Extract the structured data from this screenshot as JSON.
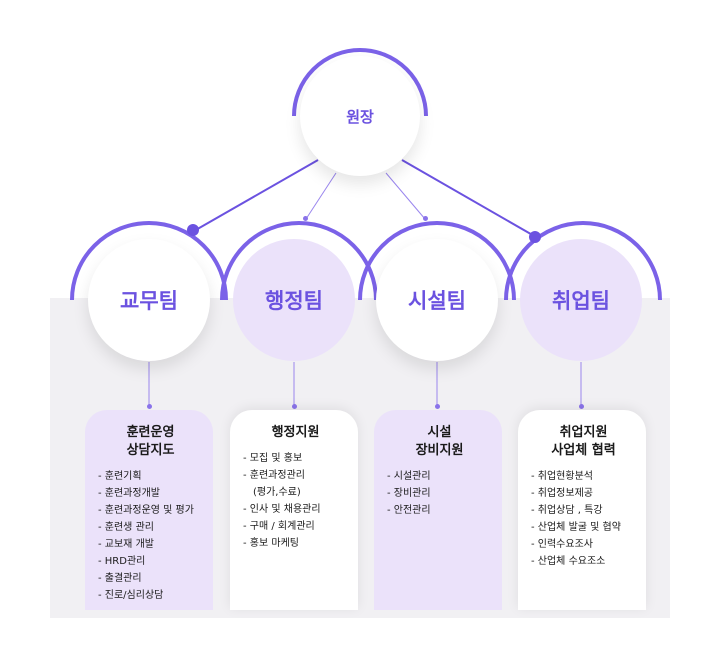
{
  "director": {
    "label": "원장"
  },
  "teams": [
    {
      "title": "교무팀",
      "card_title": [
        "훈련운영",
        "상담지도"
      ],
      "items": [
        "- 훈련기획",
        "- 훈련과정개발",
        "- 훈련과정운영 및 평가",
        "- 훈련생 관리",
        "- 교보재 개발",
        "- HRD관리",
        "- 출결관리",
        "- 진로/심리상담"
      ]
    },
    {
      "title": "행정팀",
      "card_title": [
        "행정지원"
      ],
      "items": [
        "- 모집 및 홍보",
        "- 훈련과정관리",
        "(평가,수료)",
        "- 인사 및 채용관리",
        "- 구매 / 회계관리",
        "- 홍보 마케팅"
      ]
    },
    {
      "title": "시설팀",
      "card_title": [
        "시설",
        "장비지원"
      ],
      "items": [
        "- 시설관리",
        "- 장비관리",
        "- 안전관리"
      ]
    },
    {
      "title": "취업팀",
      "card_title": [
        "취업지원",
        "사업체 협력"
      ],
      "items": [
        "- 취업현황분석",
        "- 취업정보제공",
        "- 취업상담 , 특강",
        "- 산업체 발굴 및 협약",
        "- 인력수요조사",
        "- 산업체 수요조소"
      ]
    }
  ],
  "colors": {
    "accent": "#6b52e0",
    "light_purple": "#ebe2fa",
    "band": "#f1f0f3"
  }
}
